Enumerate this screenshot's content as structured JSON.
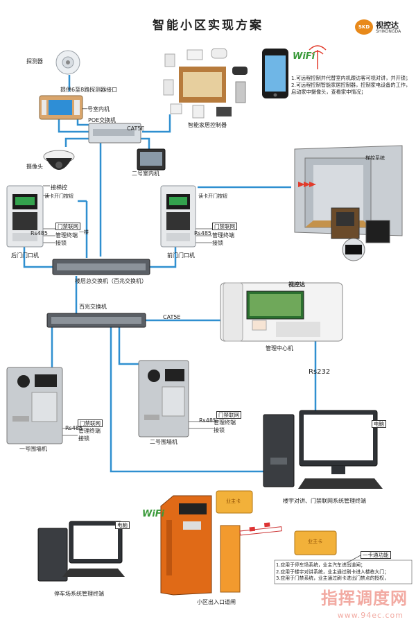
{
  "title": "智能小区实现方案",
  "logo": {
    "mark": "SKD",
    "cn": "视控达",
    "en": "SHIKONGDA"
  },
  "labels": {
    "detector": "探测器",
    "detector_port": "提供6至8路探测器接口",
    "indoor1": "一号室内机",
    "poe_switch": "POE交换机",
    "cat5e_top": "CAT5E",
    "smart_home": "智能家居控制器",
    "camera": "摄像头",
    "indoor2": "二号室内机",
    "elevator_system": "梯控系统",
    "jie_tikong": "接梯控",
    "door_reader_left": "读卡开门按钮",
    "door_reader_right": "读卡开门按钮",
    "access_net_left": "门禁联网",
    "rs485_left": "Rs485",
    "mgmt_terminal_left": "管理终端",
    "jiesuo_left": "接锁",
    "back_gate": "后门门口机",
    "access_net_right": "门禁联网",
    "rs485_right": "Rs485",
    "mgmt_terminal_right": "管理终端",
    "jiesuo_right": "接锁",
    "front_gate": "前门门口机",
    "floor_line": "一楼",
    "floor_switch": "楼层总交换机（百兆交换机）",
    "main_switch": "百兆交换机",
    "cat5e_mid": "CAT5E",
    "mgmt_center": "管理中心机",
    "monitor_brand": "视控达",
    "rs232": "Rs232",
    "wall1": "一号围墙机",
    "wall2": "二号围墙机",
    "access_net_w1": "门禁联网",
    "rs485_w1": "Rs485",
    "mgmt_terminal_w1": "管理终端",
    "jiesuo_w1": "接锁",
    "access_net_w2": "门禁联网",
    "rs485_w2": "Rs485",
    "mgmt_terminal_w2": "管理终端",
    "jiesuo_w2": "接锁",
    "pc_right": "电脑",
    "pc_right_caption": "楼宇对讲、门禁联网系统管理终端",
    "pc_left": "电脑",
    "pc_left_caption": "停车场系统管理终端",
    "gate_caption": "小区出入口道闸",
    "card_system": "一卡通功能",
    "card_text": "业主卡"
  },
  "notes_top": [
    "1.可远程控制并代替室内机跟访客可视对讲，并开锁；",
    "2.可远程控制智能家居控制器，控制家电设备的工作，",
    "启动家中摄像头，查看家中情况；"
  ],
  "notes_bottom": [
    "1.应用于停车场系统，业主汽车进出道闸；",
    "2.应用于楼宇对讲系统，业主通过刷卡进入楼栋大门；",
    "3.应用于门禁系统，业主通过刷卡进出门禁点的授权，"
  ],
  "wifi_label": "WiFi",
  "watermark": "指挥调度网",
  "watermark_url": "www.94ec.com",
  "colors": {
    "line": "#2f8fd0",
    "device_gray": "#c9cdd2",
    "orange": "#e06a17",
    "card": "#f2b13a"
  }
}
